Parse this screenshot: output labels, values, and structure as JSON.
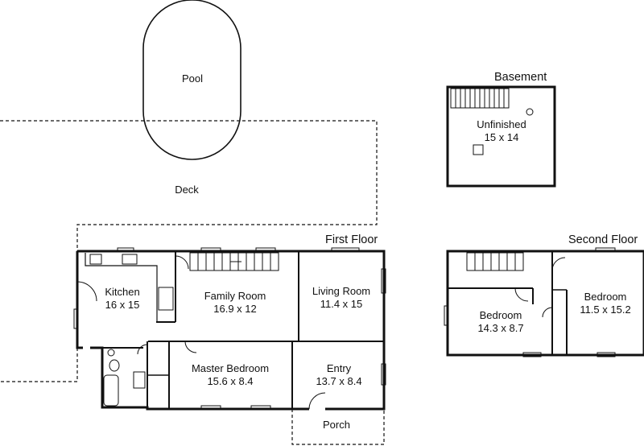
{
  "outdoor": {
    "pool": "Pool",
    "deck": "Deck",
    "porch": "Porch"
  },
  "basement": {
    "title": "Basement",
    "room": {
      "name": "Unfinished",
      "size": "15 x 14"
    }
  },
  "first_floor": {
    "title": "First Floor",
    "rooms": {
      "kitchen": {
        "name": "Kitchen",
        "size": "16 x 15"
      },
      "family_room": {
        "name": "Family Room",
        "size": "16.9 x 12"
      },
      "living_room": {
        "name": "Living Room",
        "size": "11.4 x 15"
      },
      "master_bedroom": {
        "name": "Master Bedroom",
        "size": "15.6 x 8.4"
      },
      "entry": {
        "name": "Entry",
        "size": "13.7 x 8.4"
      }
    }
  },
  "second_floor": {
    "title": "Second Floor",
    "rooms": {
      "bedroom_left": {
        "name": "Bedroom",
        "size": "14.3 x 8.7"
      },
      "bedroom_right": {
        "name": "Bedroom",
        "size": "11.5 x 15.2"
      }
    }
  }
}
